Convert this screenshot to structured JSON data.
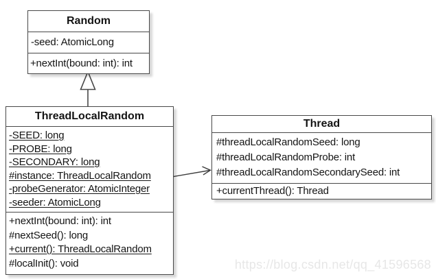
{
  "diagram": {
    "type": "uml-class-diagram",
    "background_color": "#ffffff",
    "line_color": "#474747",
    "watermark": {
      "text": "https://blog.csdn.net/qq_41596568",
      "color": "#e7e7e7"
    },
    "classes": [
      {
        "name": "Random",
        "fields": [
          {
            "text": "-seed: AtomicLong",
            "static": false
          }
        ],
        "methods": [
          {
            "text": "+nextInt(bound: int): int",
            "static": false
          }
        ]
      },
      {
        "name": "ThreadLocalRandom",
        "fields": [
          {
            "text": "-SEED: long",
            "static": true
          },
          {
            "text": "-PROBE: long",
            "static": true
          },
          {
            "text": "-SECONDARY: long",
            "static": true
          },
          {
            "text": "#instance: ThreadLocalRandom",
            "static": true
          },
          {
            "text": "-probeGenerator: AtomicInteger",
            "static": true
          },
          {
            "text": "-seeder: AtomicLong",
            "static": true
          }
        ],
        "methods": [
          {
            "text": "+nextInt(bound: int): int",
            "static": false
          },
          {
            "text": "#nextSeed(): long",
            "static": false
          },
          {
            "text": "+current(): ThreadLocalRandom",
            "static": true
          },
          {
            "text": "#localInit(): void",
            "static": false
          }
        ]
      },
      {
        "name": "Thread",
        "fields": [
          {
            "text": "#threadLocalRandomSeed: long",
            "static": false
          },
          {
            "text": "#threadLocalRandomProbe: int",
            "static": false
          },
          {
            "text": "#threadLocalRandomSecondarySeed: int",
            "static": false
          }
        ],
        "methods": [
          {
            "text": "+currentThread(): Thread",
            "static": false
          }
        ]
      }
    ],
    "relationships": [
      {
        "type": "generalization",
        "from": "ThreadLocalRandom",
        "to": "Random",
        "arrow": "hollow-triangle"
      },
      {
        "type": "association",
        "from": "ThreadLocalRandom",
        "to": "Thread",
        "arrow": "open"
      }
    ]
  }
}
